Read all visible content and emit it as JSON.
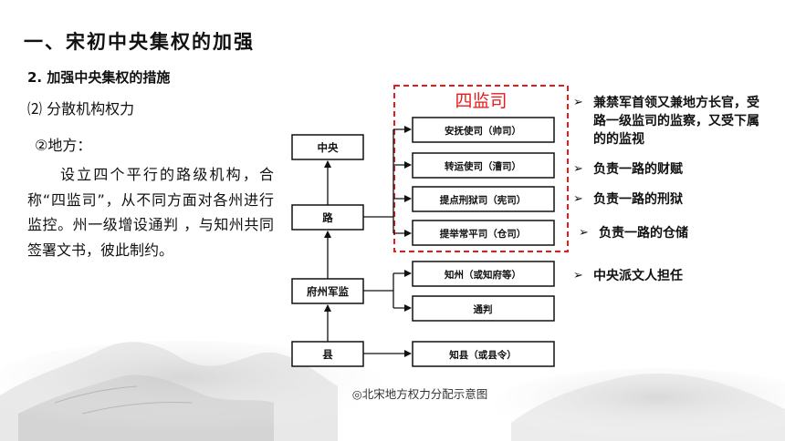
{
  "heading": {
    "title": "一、宋初中央集权的加强",
    "subtitle": "2. 加强中央集权的措施",
    "point": "⑵ 分散机构权力",
    "subpoint": "②地方：",
    "paragraph": "设立四个平行的路级机构，合称“四监司”，从不同方面对各州进行监控。州一级增设通判 ，与知州共同签署文书，彼此制约。"
  },
  "diagram": {
    "group_label": "四监司",
    "nodes": {
      "central": "中央",
      "lu": "路",
      "fuzhou": "府州军监",
      "xian": "县",
      "anfu": "安抚使司（帅司）",
      "zhuanyun": "转运使司（漕司）",
      "tidian": "提点刑狱司（宪司）",
      "tiju": "提举常平司（仓司）",
      "zhizhou": "知州（或知府等）",
      "tongpan": "通判",
      "zhixian": "知县（或县令）"
    },
    "caption": "◎北宋地方权力分配示意图",
    "colors": {
      "group_border": "#e8191b",
      "group_label": "#e8191b"
    }
  },
  "notes": [
    {
      "marker": "➢",
      "text": "兼禁军首领又兼地方长官，受路一级监司的监察，又受下属的的监视"
    },
    {
      "marker": "➢",
      "text": "负责一路的财赋"
    },
    {
      "marker": "➢",
      "text": "负责一路的刑狱"
    },
    {
      "marker": "➢",
      "text": "负责一路的仓储"
    },
    {
      "marker": "➢",
      "text": "中央派文人担任"
    }
  ]
}
